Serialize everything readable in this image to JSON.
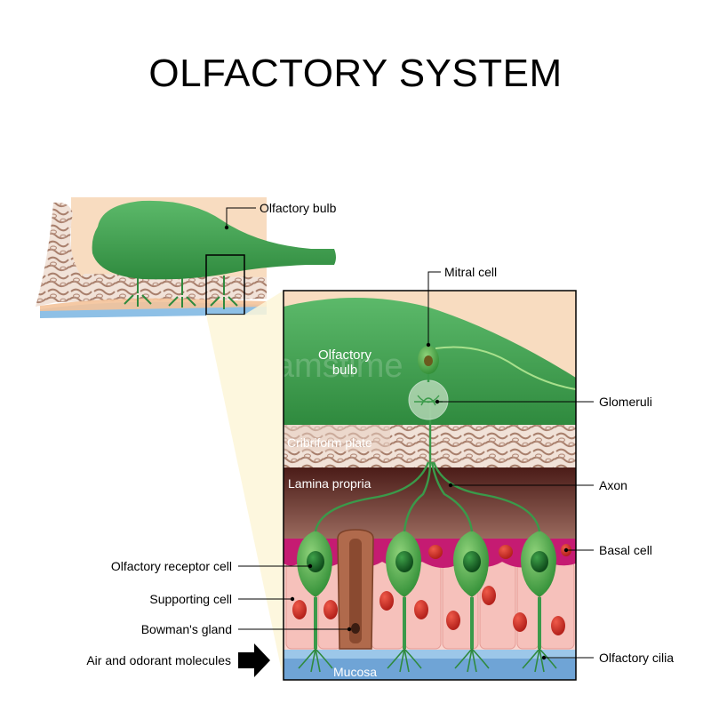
{
  "title": "OLFACTORY SYSTEM",
  "labels": {
    "olfactory_bulb_outer": "Olfactory bulb",
    "mitral_cell": "Mitral cell",
    "glomeruli": "Glomeruli",
    "axon": "Axon",
    "basal_cell": "Basal cell",
    "olfactory_cilia": "Olfactory cilia",
    "olfactory_receptor_cell": "Olfactory receptor cell",
    "supporting_cell": "Supporting cell",
    "bowmans_gland": "Bowman's gland",
    "air_odorant": "Air and odorant molecules"
  },
  "layers": {
    "olfactory_bulb_line1": "Olfactory",
    "olfactory_bulb_line2": "bulb",
    "cribriform_plate": "Cribriform plate",
    "lamina_propria": "Lamina propria",
    "mucosa": "Mucosa"
  },
  "watermark": "dreamstime",
  "colors": {
    "bulb_green": "#3a9a4a",
    "skin": "#f6d9b5",
    "lamina": "#5e2822",
    "basal_magenta": "#c0176e",
    "supporting_pink": "#f7c9c4",
    "mucosa_blue": "#7fb2dc",
    "nucleus_red": "#d4302a"
  }
}
